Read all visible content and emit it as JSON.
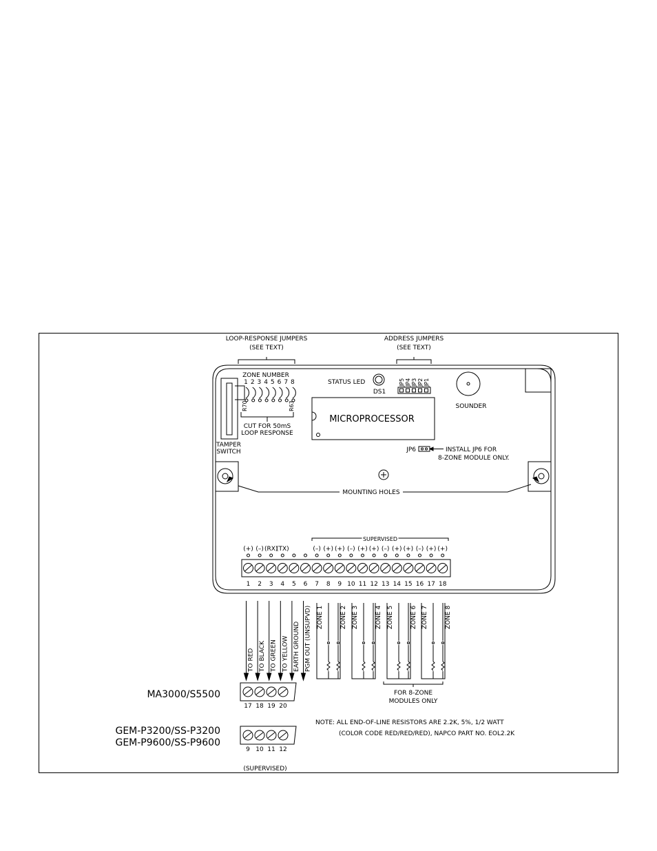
{
  "labels": {
    "loop_jumpers": "LOOP-RESPONSE JUMPERS",
    "loop_jumpers_see": "(SEE TEXT)",
    "address_jumpers": "ADDRESS JUMPERS",
    "address_jumpers_see": "(SEE TEXT)",
    "zone_number": "ZONE NUMBER",
    "zone_digits": [
      "1",
      "2",
      "3",
      "4",
      "5",
      "6",
      "7",
      "8"
    ],
    "r70": "R70",
    "r63": "R63",
    "cut_for": "CUT FOR 50mS",
    "loop_response": "LOOP RESPONSE",
    "tamper": "TAMPER",
    "switch": "SWITCH",
    "status_led": "STATUS LED",
    "ds1": "DS1",
    "address_jps": [
      "JP5",
      "JP4",
      "JP3",
      "JP2",
      "JP1"
    ],
    "sounder": "SOUNDER",
    "microprocessor": "MICROPROCESSOR",
    "jp6": "JP6",
    "install_jp6_1": "INSTALL JP6 FOR",
    "install_jp6_2": "8-ZONE MODULE ONLY.",
    "mounting_holes": "MOUNTING HOLES",
    "supervised": "SUPERVISED",
    "polarity": [
      "(+)",
      "(–)",
      "(RX)",
      "(TX)",
      "",
      "",
      "(–)",
      "(+)",
      "(+)",
      "(–)",
      "(+)",
      "(+)",
      "(–)",
      "(+)",
      "(+)",
      "(–)",
      "(+)",
      "(+)"
    ],
    "terminal_numbers": [
      "1",
      "2",
      "3",
      "4",
      "5",
      "6",
      "7",
      "8",
      "9",
      "10",
      "11",
      "12",
      "13",
      "14",
      "15",
      "16",
      "17",
      "18"
    ],
    "wire_labels": [
      "TO RED",
      "TO BLACK",
      "TO GREEN",
      "TO YELLOW",
      "EARTH GROUND",
      "PGM OUT (UNSUPVD)"
    ],
    "zones": [
      "ZONE 1",
      "ZONE 2",
      "ZONE 3",
      "ZONE 4",
      "ZONE 5",
      "ZONE 6",
      "ZONE 7",
      "ZONE 8"
    ],
    "for_8zone_1": "FOR 8-ZONE",
    "for_8zone_2": "MODULES ONLY",
    "panel1": "MA3000/S5500",
    "panel1_terms": [
      "17",
      "18",
      "19",
      "20"
    ],
    "panel2_line1": "GEM-P3200/SS-P3200",
    "panel2_line2": "GEM-P9600/SS-P9600",
    "panel2_terms": [
      "9",
      "10",
      "11",
      "12"
    ],
    "supervised_paren": "(SUPERVISED)",
    "note_line1": "NOTE:  ALL END-OF-LINE RESISTORS ARE 2.2K, 5%, 1/2 WATT",
    "note_line2": "(COLOR CODE RED/RED/RED), NAPCO PART NO. EOL2.2K"
  }
}
